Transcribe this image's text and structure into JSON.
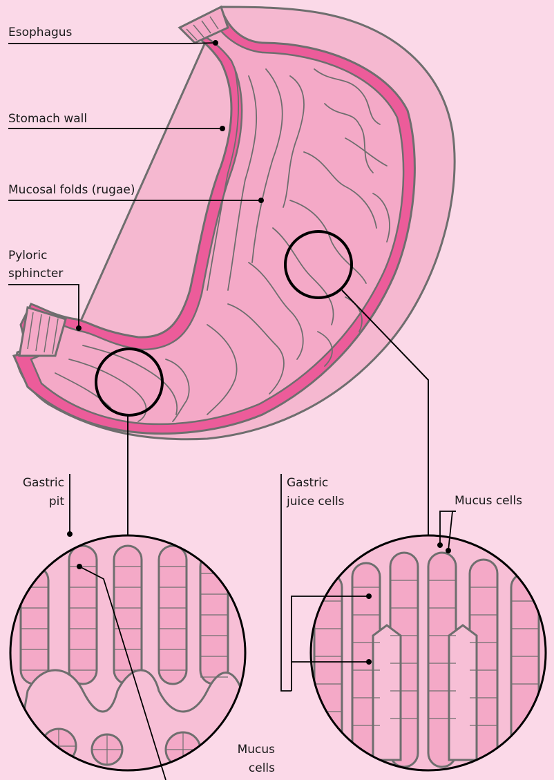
{
  "labels": {
    "esophagus": "Esophagus",
    "stomach_wall": "Stomach wall",
    "rugae": "Mucosal folds (rugae)",
    "pyloric_1": "Pyloric",
    "pyloric_2": "sphincter",
    "gastric_pit_1": "Gastric",
    "gastric_pit_2": "pit",
    "gastric_juice_1": "Gastric",
    "gastric_juice_2": "juice cells",
    "mucus_cells_right": "Mucus cells",
    "mucus_cells_left_1": "Mucus",
    "mucus_cells_left_2": "cells"
  },
  "colors": {
    "background": "#fbd9e8",
    "tissue": "#f4a9c7",
    "tissue_light": "#f7bfd6",
    "wall": "#ec5c9a",
    "outline": "#6e6e6e",
    "leader": "#1a1a1a"
  }
}
